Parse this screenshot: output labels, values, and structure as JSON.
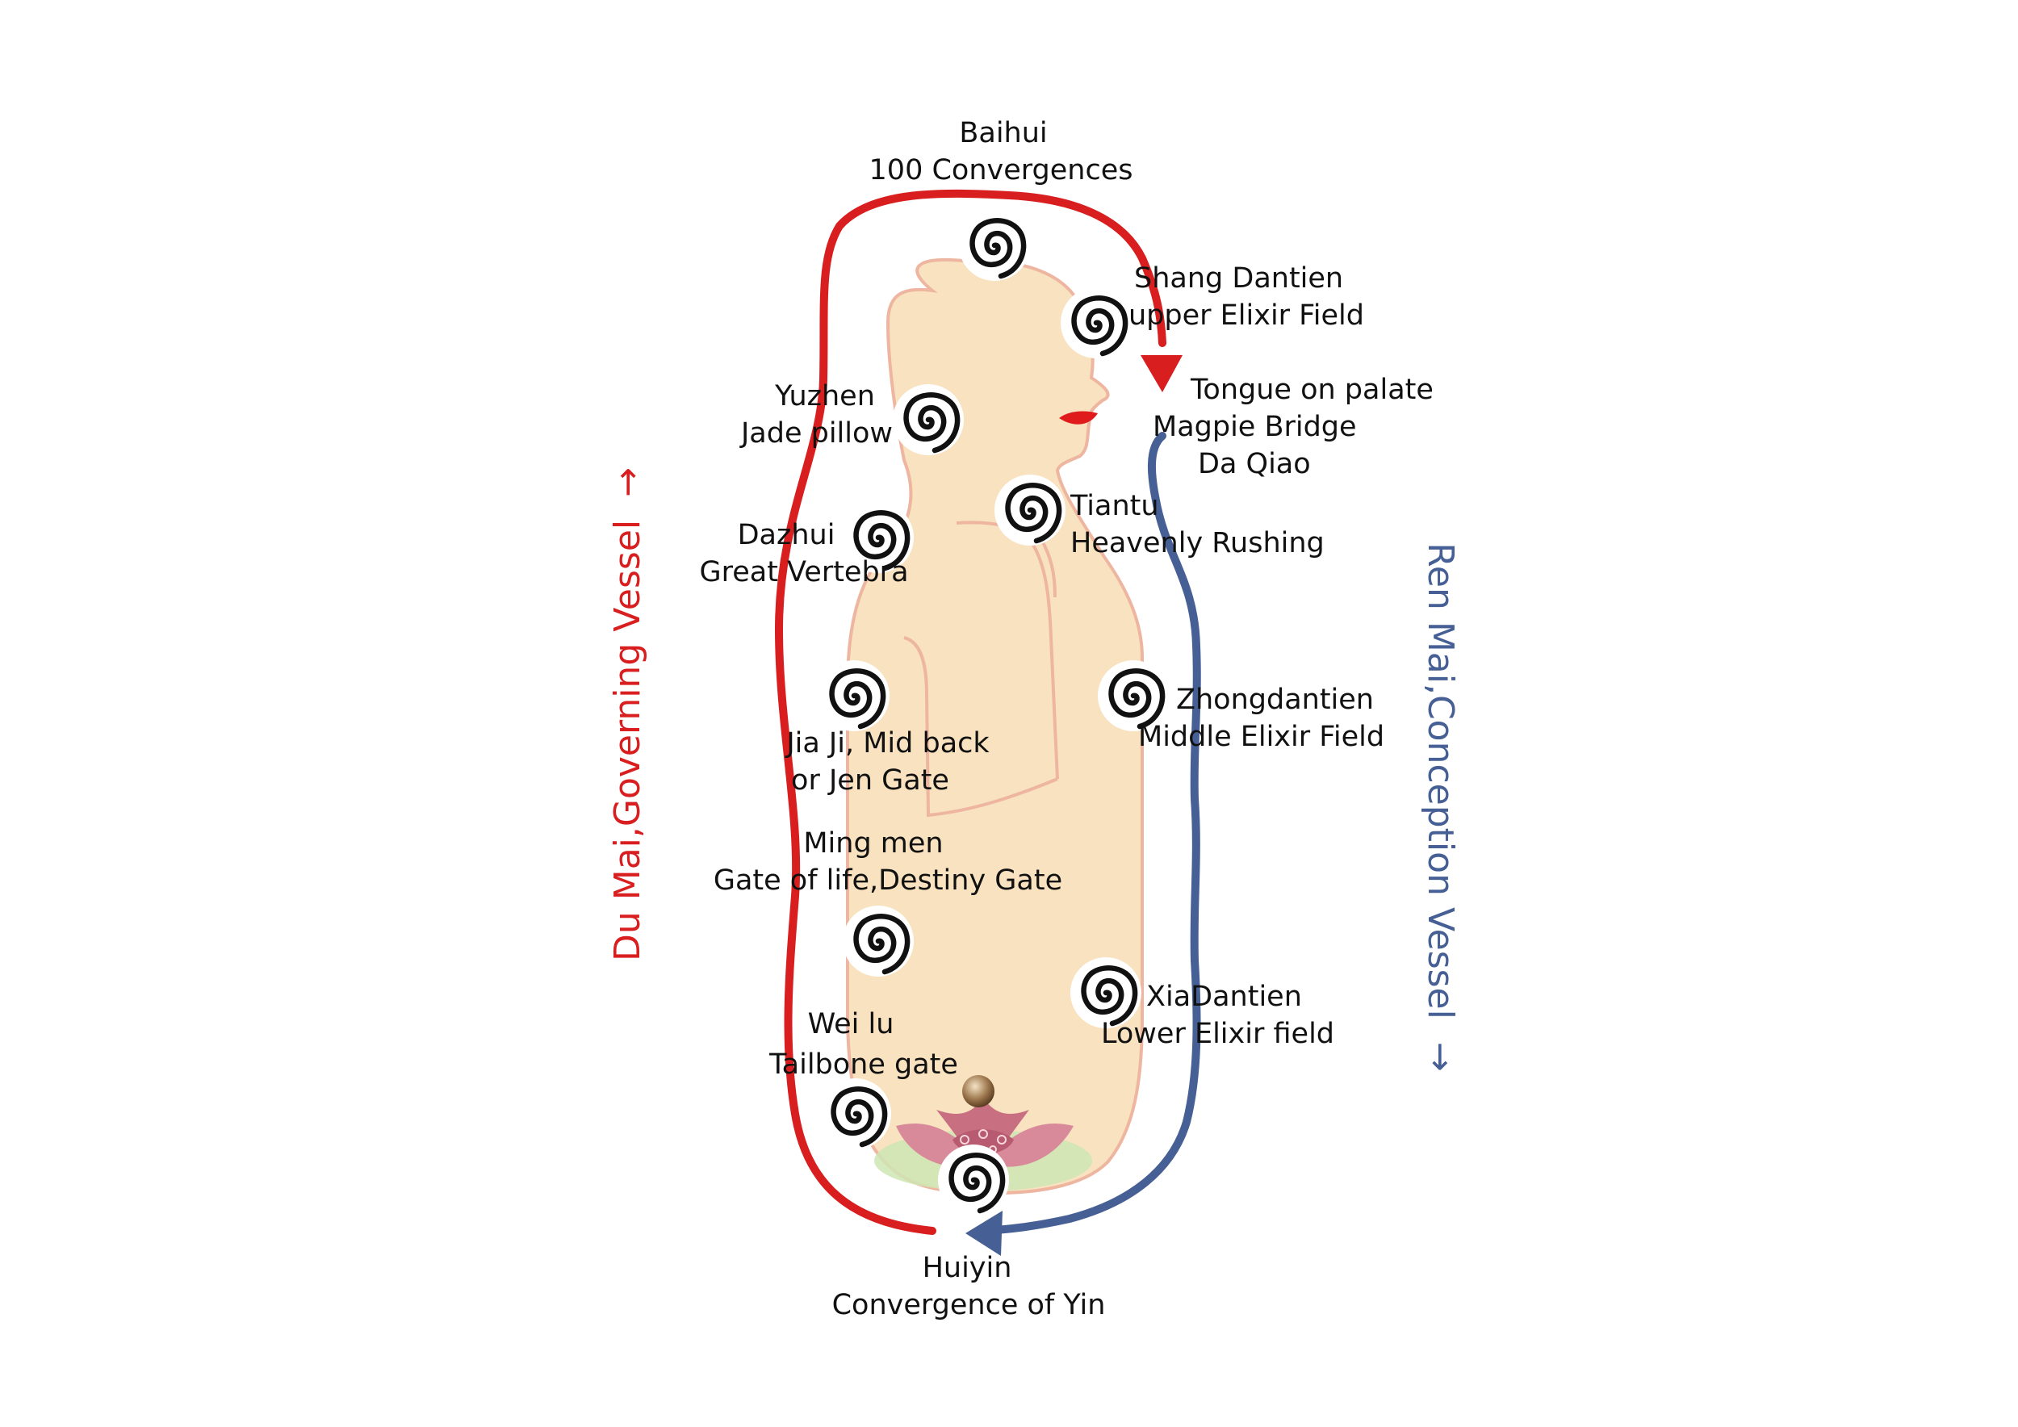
{
  "title": "",
  "colors": {
    "du_mai": "#d81e1e",
    "ren_mai": "#465f94",
    "body_fill": "#f8e2bf",
    "body_outline": "#eeb6a0",
    "lips": "#e01b1b",
    "text": "#111111"
  },
  "channels": {
    "du_mai": {
      "label": "Du Mai,Governing Vessel",
      "arrow": "→"
    },
    "ren_mai": {
      "label": "Ren Mai,Conception Vessel",
      "arrow": "→"
    }
  },
  "points": {
    "baihui": {
      "line1": "Baihui",
      "line2": "100 Convergences"
    },
    "shang_dantien": {
      "line1": "Shang Dantien",
      "line2": "upper Elixir Field"
    },
    "tongue": {
      "line1": "Tongue on palate",
      "line2": "Magpie Bridge",
      "line3": "Da Qiao"
    },
    "yuzhen": {
      "line1": "Yuzhen",
      "line2": "Jade pillow"
    },
    "dazhui": {
      "line1": "Dazhui",
      "line2": "Great Vertebra"
    },
    "tiantu": {
      "line1": "Tiantu",
      "line2": "Heavenly Rushing"
    },
    "jia_ji": {
      "line1": "Jia Ji, Mid back",
      "line2": "or Jen Gate"
    },
    "zhongdantien": {
      "line1": "Zhongdantien",
      "line2": "Middle Elixir Field"
    },
    "ming_men": {
      "line1": "Ming men",
      "line2": "Gate of life,Destiny Gate"
    },
    "xiadantien": {
      "line1": "XiaDantien",
      "line2": "Lower Elixir  field"
    },
    "wei_lu": {
      "line1": "Wei lu",
      "line2": "Tailbone gate"
    },
    "huiyin": {
      "line1": "Huiyin",
      "line2": "Convergence of Yin"
    }
  }
}
